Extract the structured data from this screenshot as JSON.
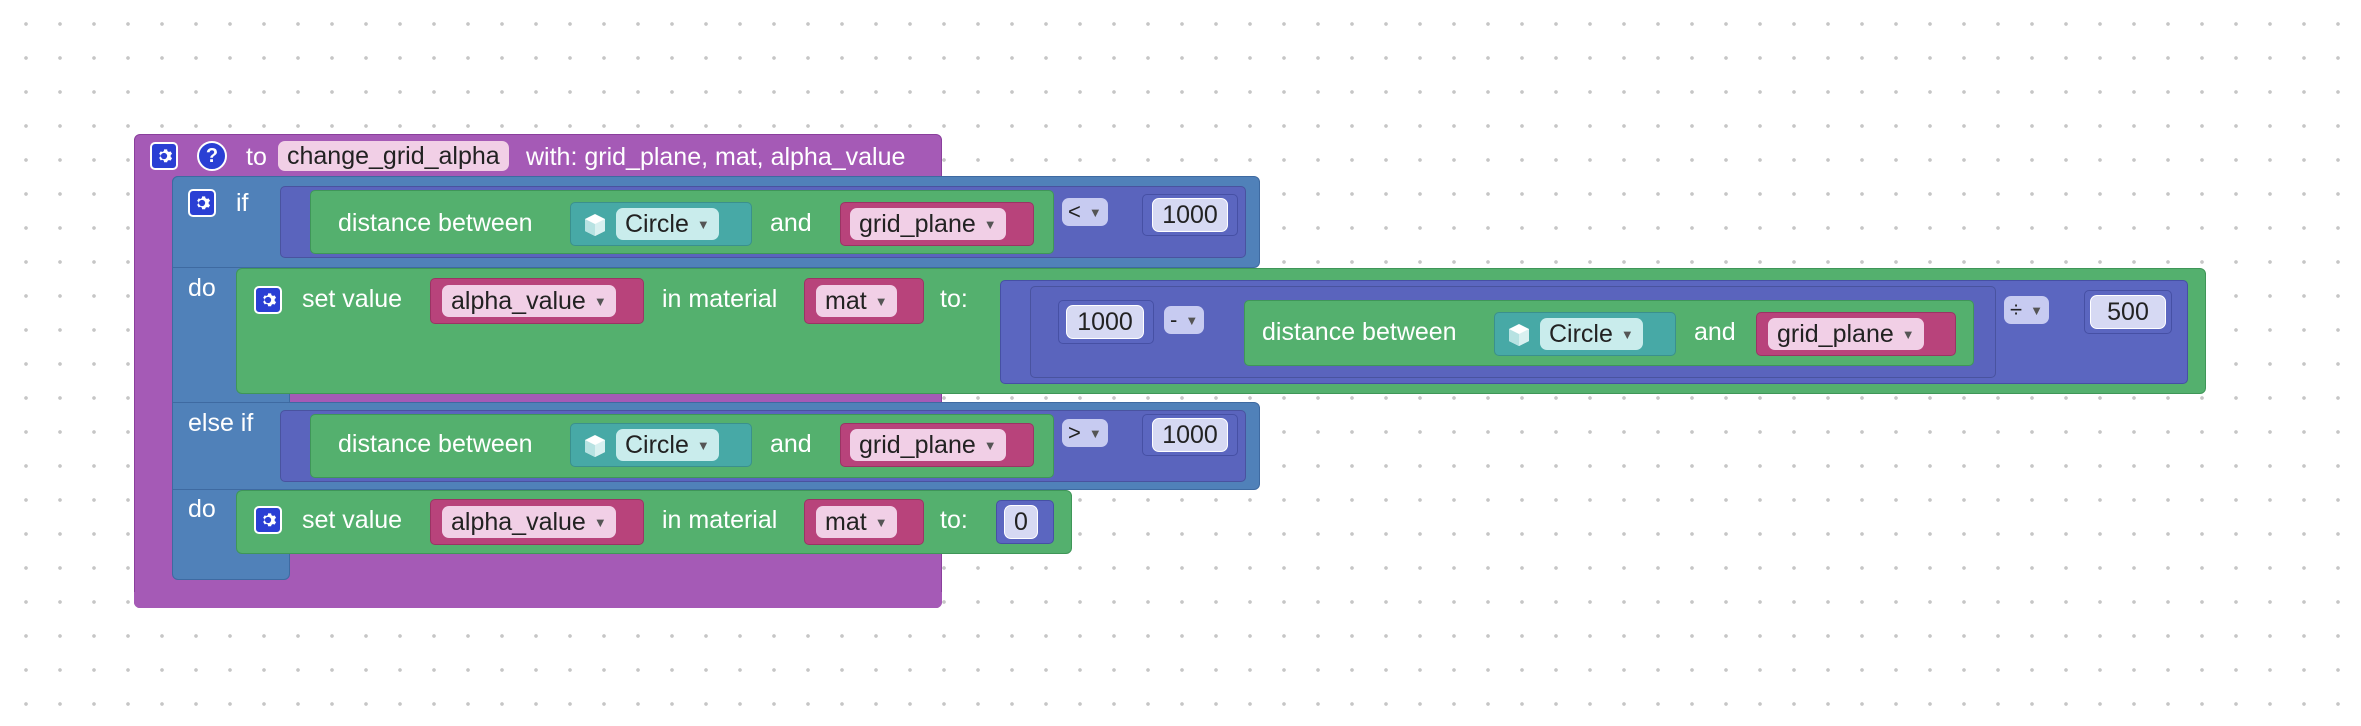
{
  "procedure": {
    "to_label": "to",
    "name": "change_grid_alpha",
    "params_label": "with: grid_plane, mat, alpha_value"
  },
  "if_block": {
    "if_label": "if",
    "do_label": "do",
    "else_if_label": "else if"
  },
  "condition1": {
    "distance_label": "distance between",
    "object": "Circle",
    "and_label": "and",
    "target": "grid_plane",
    "operator": "<",
    "value": "1000"
  },
  "set1": {
    "set_label": "set value",
    "property": "alpha_value",
    "material_label": "in material",
    "material": "mat",
    "to_label": "to:",
    "num_left": "1000",
    "minus_op": "-",
    "distance_label": "distance between",
    "object": "Circle",
    "and_label": "and",
    "target": "grid_plane",
    "divide_op": "÷",
    "divisor": "500"
  },
  "condition2": {
    "distance_label": "distance between",
    "object": "Circle",
    "and_label": "and",
    "target": "grid_plane",
    "operator": ">",
    "value": "1000"
  },
  "set2": {
    "set_label": "set value",
    "property": "alpha_value",
    "material_label": "in material",
    "material": "mat",
    "to_label": "to:",
    "value": "0"
  },
  "icons": {
    "gear": "gear-icon",
    "help": "help-icon",
    "cube": "cube-icon",
    "dropdown": "dropdown-arrow-icon"
  },
  "colors": {
    "procedure": "#a55ab6",
    "control": "#5081b9",
    "action": "#54b06e",
    "math": "#5b66c0",
    "object": "#47a9a6",
    "variable": "#b8437b"
  }
}
